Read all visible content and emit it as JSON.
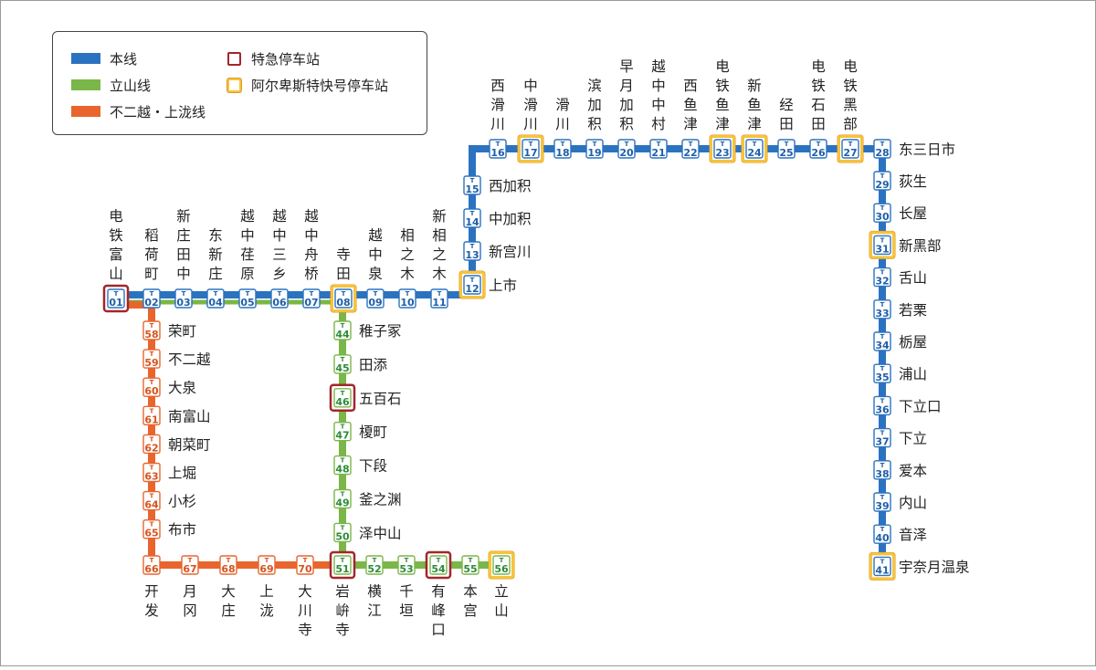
{
  "colors": {
    "main_line": "#2b73c0",
    "tateyama_line": "#7ab648",
    "fujikoshi_line": "#e8652e",
    "limited_express": "#a3262a",
    "alpenstrasse": "#f6c33c",
    "border": "#999999"
  },
  "legend": {
    "main_line": "本线",
    "tateyama_line": "立山线",
    "fujikoshi_line": "不二越・上泷线",
    "limited_express": "特急停车站",
    "alpenstrasse": "阿尔卑斯特快号停车站"
  },
  "lines": [
    {
      "id": "main",
      "color_key": "main_line",
      "stations": [
        "01",
        "02",
        "03",
        "04",
        "05",
        "06",
        "07",
        "08",
        "09",
        "10",
        "11",
        "12",
        "13",
        "14",
        "15",
        "16",
        "17",
        "18",
        "19",
        "20",
        "21",
        "22",
        "23",
        "24",
        "25",
        "26",
        "27",
        "28",
        "29",
        "30",
        "31",
        "32",
        "33",
        "34",
        "35",
        "36",
        "37",
        "38",
        "39",
        "40",
        "41"
      ]
    },
    {
      "id": "tateyama",
      "color_key": "tateyama_line",
      "stations": [
        "01",
        "02",
        "03",
        "04",
        "05",
        "06",
        "07",
        "08",
        "44",
        "45",
        "46",
        "47",
        "48",
        "49",
        "50",
        "51",
        "52",
        "53",
        "54",
        "55",
        "56"
      ]
    },
    {
      "id": "fujikoshi",
      "color_key": "fujikoshi_line",
      "stations": [
        "02",
        "58",
        "59",
        "60",
        "61",
        "62",
        "63",
        "64",
        "65",
        "66",
        "67",
        "68",
        "69",
        "70",
        "51"
      ]
    }
  ],
  "stations": [
    {
      "num": "01",
      "name": "电铁富山",
      "line": "main",
      "stop": "limited"
    },
    {
      "num": "02",
      "name": "稻荷町",
      "line": "main",
      "stop": ""
    },
    {
      "num": "03",
      "name": "新庄田中",
      "line": "main",
      "stop": ""
    },
    {
      "num": "04",
      "name": "东新庄",
      "line": "main",
      "stop": ""
    },
    {
      "num": "05",
      "name": "越中荏原",
      "line": "main",
      "stop": ""
    },
    {
      "num": "06",
      "name": "越中三乡",
      "line": "main",
      "stop": ""
    },
    {
      "num": "07",
      "name": "越中舟桥",
      "line": "main",
      "stop": ""
    },
    {
      "num": "08",
      "name": "寺田",
      "line": "main",
      "stop": "alpen"
    },
    {
      "num": "09",
      "name": "越中泉",
      "line": "main",
      "stop": ""
    },
    {
      "num": "10",
      "name": "相之木",
      "line": "main",
      "stop": ""
    },
    {
      "num": "11",
      "name": "新相之木",
      "line": "main",
      "stop": ""
    },
    {
      "num": "12",
      "name": "上市",
      "line": "main",
      "stop": "alpen"
    },
    {
      "num": "13",
      "name": "新宫川",
      "line": "main",
      "stop": ""
    },
    {
      "num": "14",
      "name": "中加积",
      "line": "main",
      "stop": ""
    },
    {
      "num": "15",
      "name": "西加积",
      "line": "main",
      "stop": ""
    },
    {
      "num": "16",
      "name": "西滑川",
      "line": "main",
      "stop": ""
    },
    {
      "num": "17",
      "name": "中滑川",
      "line": "main",
      "stop": "alpen"
    },
    {
      "num": "18",
      "name": "滑川",
      "line": "main",
      "stop": ""
    },
    {
      "num": "19",
      "name": "滨加积",
      "line": "main",
      "stop": ""
    },
    {
      "num": "20",
      "name": "早月加积",
      "line": "main",
      "stop": ""
    },
    {
      "num": "21",
      "name": "越中中村",
      "line": "main",
      "stop": ""
    },
    {
      "num": "22",
      "name": "西鱼津",
      "line": "main",
      "stop": ""
    },
    {
      "num": "23",
      "name": "电铁鱼津",
      "line": "main",
      "stop": "alpen"
    },
    {
      "num": "24",
      "name": "新鱼津",
      "line": "main",
      "stop": "alpen"
    },
    {
      "num": "25",
      "name": "经田",
      "line": "main",
      "stop": ""
    },
    {
      "num": "26",
      "name": "电铁石田",
      "line": "main",
      "stop": ""
    },
    {
      "num": "27",
      "name": "电铁黑部",
      "line": "main",
      "stop": "alpen"
    },
    {
      "num": "28",
      "name": "东三日市",
      "line": "main",
      "stop": ""
    },
    {
      "num": "29",
      "name": "荻生",
      "line": "main",
      "stop": ""
    },
    {
      "num": "30",
      "name": "长屋",
      "line": "main",
      "stop": ""
    },
    {
      "num": "31",
      "name": "新黑部",
      "line": "main",
      "stop": "alpen"
    },
    {
      "num": "32",
      "name": "舌山",
      "line": "main",
      "stop": ""
    },
    {
      "num": "33",
      "name": "若栗",
      "line": "main",
      "stop": ""
    },
    {
      "num": "34",
      "name": "栃屋",
      "line": "main",
      "stop": ""
    },
    {
      "num": "35",
      "name": "浦山",
      "line": "main",
      "stop": ""
    },
    {
      "num": "36",
      "name": "下立口",
      "line": "main",
      "stop": ""
    },
    {
      "num": "37",
      "name": "下立",
      "line": "main",
      "stop": ""
    },
    {
      "num": "38",
      "name": "爱本",
      "line": "main",
      "stop": ""
    },
    {
      "num": "39",
      "name": "内山",
      "line": "main",
      "stop": ""
    },
    {
      "num": "40",
      "name": "音泽",
      "line": "main",
      "stop": ""
    },
    {
      "num": "41",
      "name": "宇奈月温泉",
      "line": "main",
      "stop": "alpen"
    },
    {
      "num": "44",
      "name": "稚子冢",
      "line": "tateyama",
      "stop": ""
    },
    {
      "num": "45",
      "name": "田添",
      "line": "tateyama",
      "stop": ""
    },
    {
      "num": "46",
      "name": "五百石",
      "line": "tateyama",
      "stop": "limited"
    },
    {
      "num": "47",
      "name": "榎町",
      "line": "tateyama",
      "stop": ""
    },
    {
      "num": "48",
      "name": "下段",
      "line": "tateyama",
      "stop": ""
    },
    {
      "num": "49",
      "name": "釜之渊",
      "line": "tateyama",
      "stop": ""
    },
    {
      "num": "50",
      "name": "泽中山",
      "line": "tateyama",
      "stop": ""
    },
    {
      "num": "51",
      "name": "岩峅寺",
      "line": "tateyama",
      "stop": "limited"
    },
    {
      "num": "52",
      "name": "横江",
      "line": "tateyama",
      "stop": ""
    },
    {
      "num": "53",
      "name": "千垣",
      "line": "tateyama",
      "stop": ""
    },
    {
      "num": "54",
      "name": "有峰口",
      "line": "tateyama",
      "stop": "limited"
    },
    {
      "num": "55",
      "name": "本宫",
      "line": "tateyama",
      "stop": ""
    },
    {
      "num": "56",
      "name": "立山",
      "line": "tateyama",
      "stop": "alpen"
    },
    {
      "num": "58",
      "name": "荣町",
      "line": "fujikoshi",
      "stop": ""
    },
    {
      "num": "59",
      "name": "不二越",
      "line": "fujikoshi",
      "stop": ""
    },
    {
      "num": "60",
      "name": "大泉",
      "line": "fujikoshi",
      "stop": ""
    },
    {
      "num": "61",
      "name": "南富山",
      "line": "fujikoshi",
      "stop": ""
    },
    {
      "num": "62",
      "name": "朝菜町",
      "line": "fujikoshi",
      "stop": ""
    },
    {
      "num": "63",
      "name": "上堀",
      "line": "fujikoshi",
      "stop": ""
    },
    {
      "num": "64",
      "name": "小杉",
      "line": "fujikoshi",
      "stop": ""
    },
    {
      "num": "65",
      "name": "布市",
      "line": "fujikoshi",
      "stop": ""
    },
    {
      "num": "66",
      "name": "开发",
      "line": "fujikoshi",
      "stop": ""
    },
    {
      "num": "67",
      "name": "月冈",
      "line": "fujikoshi",
      "stop": ""
    },
    {
      "num": "68",
      "name": "大庄",
      "line": "fujikoshi",
      "stop": ""
    },
    {
      "num": "69",
      "name": "上泷",
      "line": "fujikoshi",
      "stop": ""
    },
    {
      "num": "70",
      "name": "大川寺",
      "line": "fujikoshi",
      "stop": ""
    }
  ]
}
